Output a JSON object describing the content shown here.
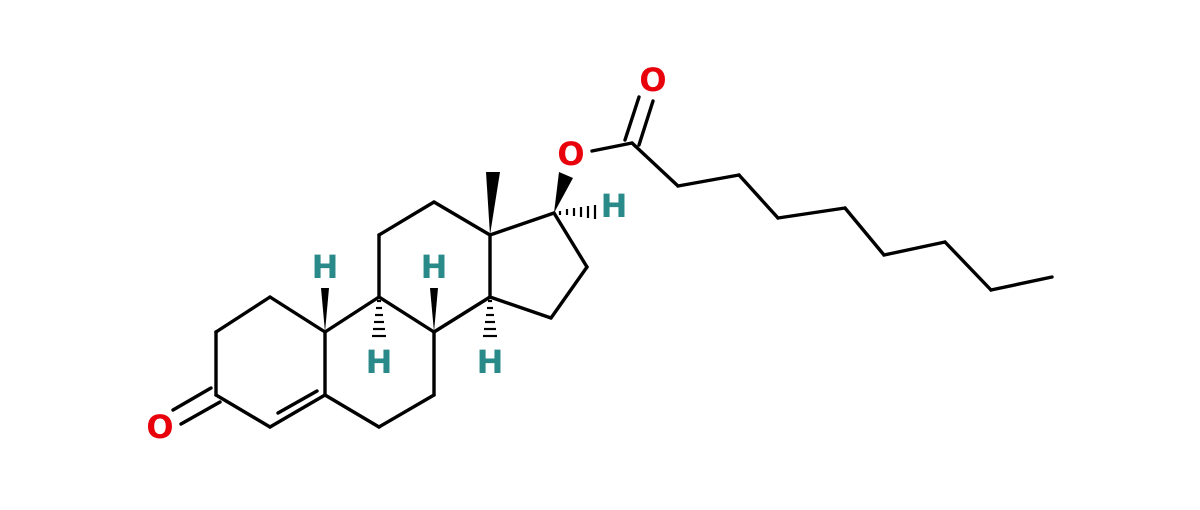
{
  "colors": {
    "bond": "#000000",
    "oxygen": "#e8000b",
    "hydrogen": "#2a8a8a",
    "background": "#ffffff"
  },
  "atoms": {
    "o_ketone": {
      "symbol": "O"
    },
    "o_ester": {
      "symbol": "O"
    },
    "o_carbonyl": {
      "symbol": "O"
    },
    "h_c10": {
      "symbol": "H"
    },
    "h_c9": {
      "symbol": "H"
    },
    "h_c8": {
      "symbol": "H"
    },
    "h_c14": {
      "symbol": "H"
    },
    "h_c17": {
      "symbol": "H"
    }
  }
}
